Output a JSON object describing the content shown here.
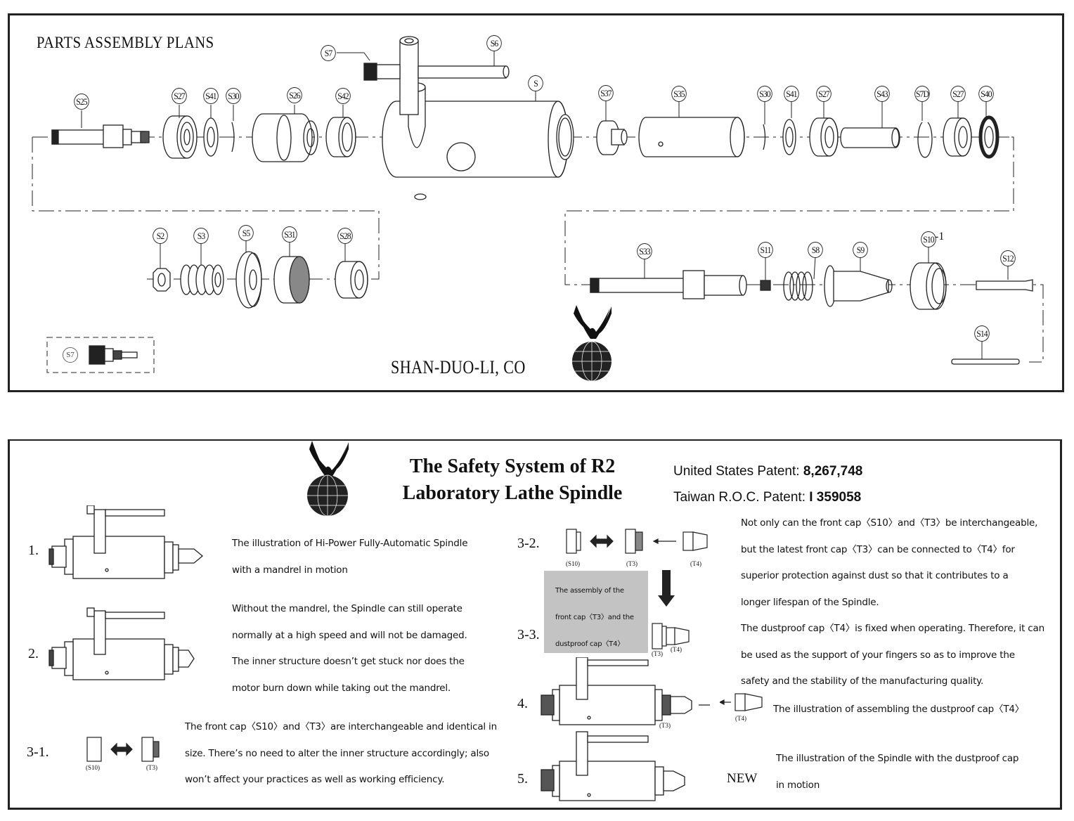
{
  "top_panel": {
    "title": "PARTS ASSEMBLY PLANS",
    "company": "SHAN-DUO-LI, CO",
    "row1_parts": [
      "S25",
      "S27",
      "S41",
      "S30",
      "S26",
      "S42",
      "S7",
      "S6",
      "S",
      "S37",
      "S35",
      "S30",
      "S41",
      "S27",
      "S43",
      "S7D",
      "S27",
      "S40"
    ],
    "row2_parts": [
      "S2",
      "S3",
      "S5",
      "S31",
      "S28"
    ],
    "row3_parts": [
      "S33",
      "S11",
      "S8",
      "S9",
      "S10",
      "S12",
      "S14"
    ],
    "s10_suffix": "-1",
    "inset_label": "S7"
  },
  "bottom_panel": {
    "title_line1": "The Safety System of R2",
    "title_line2": "Laboratory Lathe Spindle",
    "patent_us_label": "United States Patent: ",
    "patent_us_number": "8,267,748",
    "patent_tw_label": "Taiwan R.O.C. Patent: ",
    "patent_tw_number": "I 359058",
    "items": [
      {
        "num": "1.",
        "lines": [
          "The illustration of Hi-Power Fully-Automatic Spindle",
          "with a mandrel in motion"
        ]
      },
      {
        "num": "2.",
        "lines": [
          "Without the mandrel, the Spindle can still operate",
          "normally at a high speed and will not be damaged.",
          "The inner structure doesn’t get stuck nor does the",
          "motor burn down while taking out the mandrel."
        ]
      },
      {
        "num": "3-1.",
        "lines": [
          "The front cap〈S10〉and〈T3〉are interchangeable and identical in",
          "size. There’s no need to alter the inner structure accordingly; also",
          "won’t affect your practices as well as working efficiency."
        ],
        "labels": [
          "(S10)",
          "(T3)"
        ]
      },
      {
        "num": "3-2.",
        "labels": [
          "(S10)",
          "(T3)",
          "(T4)"
        ]
      },
      {
        "num": "3-3.",
        "box_lines": [
          "The assembly of the",
          "front cap〈T3〉and the",
          "dustproof cap〈T4〉"
        ],
        "labels": [
          "(T3)",
          "(T4)"
        ]
      },
      {
        "num": "4.",
        "lines": [
          "The illustration of assembling the dustproof cap〈T4〉"
        ],
        "labels": [
          "(T3)",
          "(T4)"
        ]
      },
      {
        "num": "5.",
        "badge": "NEW",
        "lines": [
          "The illustration of the Spindle with the dustproof cap",
          "in motion"
        ]
      }
    ],
    "right_text": [
      "Not only can the front cap〈S10〉and〈T3〉be interchangeable,",
      "but the latest front cap〈T3〉can be connected to〈T4〉for",
      "superior protection against dust so that it contributes to a",
      "longer lifespan of the Spindle.",
      "The dustproof cap〈T4〉is fixed when operating. Therefore, it can",
      "be used as the support of your fingers so as to improve the",
      "safety and the stability of the manufacturing quality."
    ]
  }
}
